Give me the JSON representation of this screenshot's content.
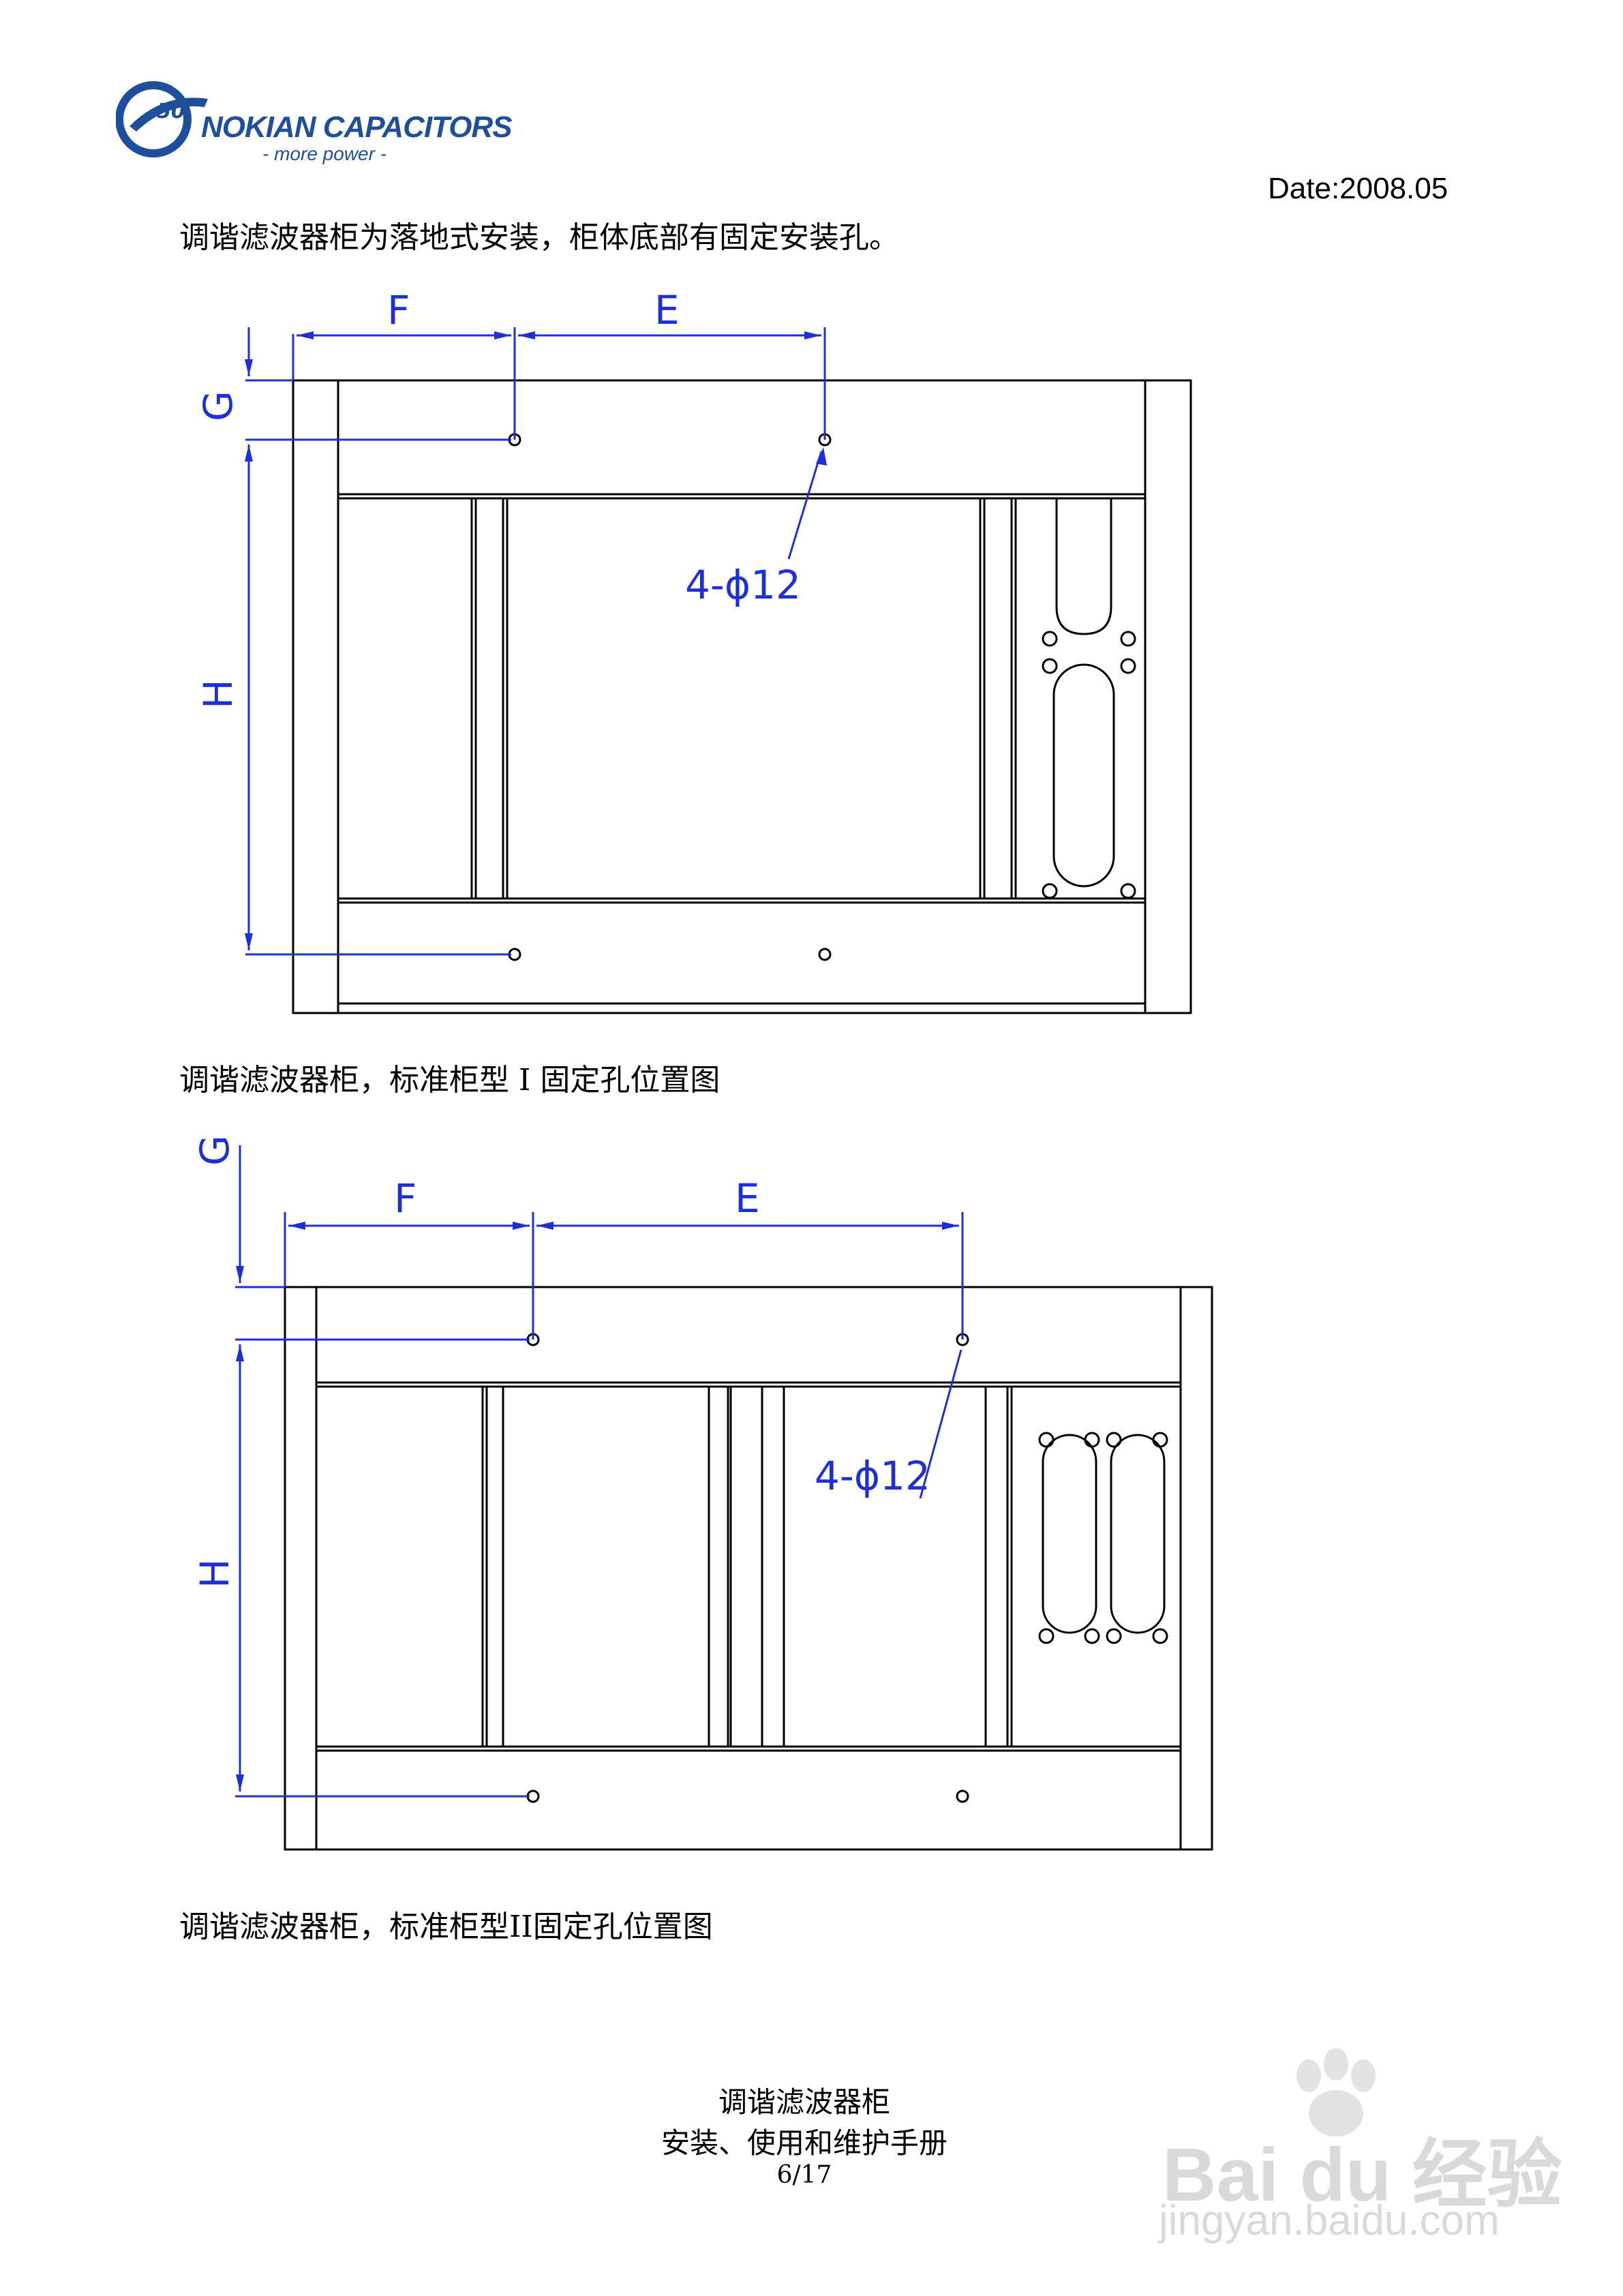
{
  "header": {
    "logo_name": "NOKIAN CAPACITORS",
    "logo_tagline": "- more power -",
    "logo_badge": "50",
    "date": "Date:2008.05"
  },
  "body": {
    "intro": "调谐滤波器柜为落地式安装，柜体底部有固定安装孔。",
    "caption1": "调谐滤波器柜，标准柜型 I 固定孔位置图",
    "caption2": "调谐滤波器柜，标准柜型II固定孔位置图"
  },
  "drawing1": {
    "label_f": "F",
    "label_e": "E",
    "label_g": "G",
    "label_h": "H",
    "holes_label": "4-ϕ12"
  },
  "drawing2": {
    "label_f": "F",
    "label_e": "E",
    "label_g": "G",
    "label_h": "H",
    "holes_label": "4-ϕ12"
  },
  "footer": {
    "line1": "调谐滤波器柜",
    "line2": "安装、使用和维护手册",
    "page": "6/17"
  },
  "watermark": {
    "brand": "Bai du 经验",
    "url": "jingyan.baidu.com"
  },
  "colors": {
    "logo_blue": "#1f4f9a",
    "dimension_blue": "#1f2fd6"
  }
}
